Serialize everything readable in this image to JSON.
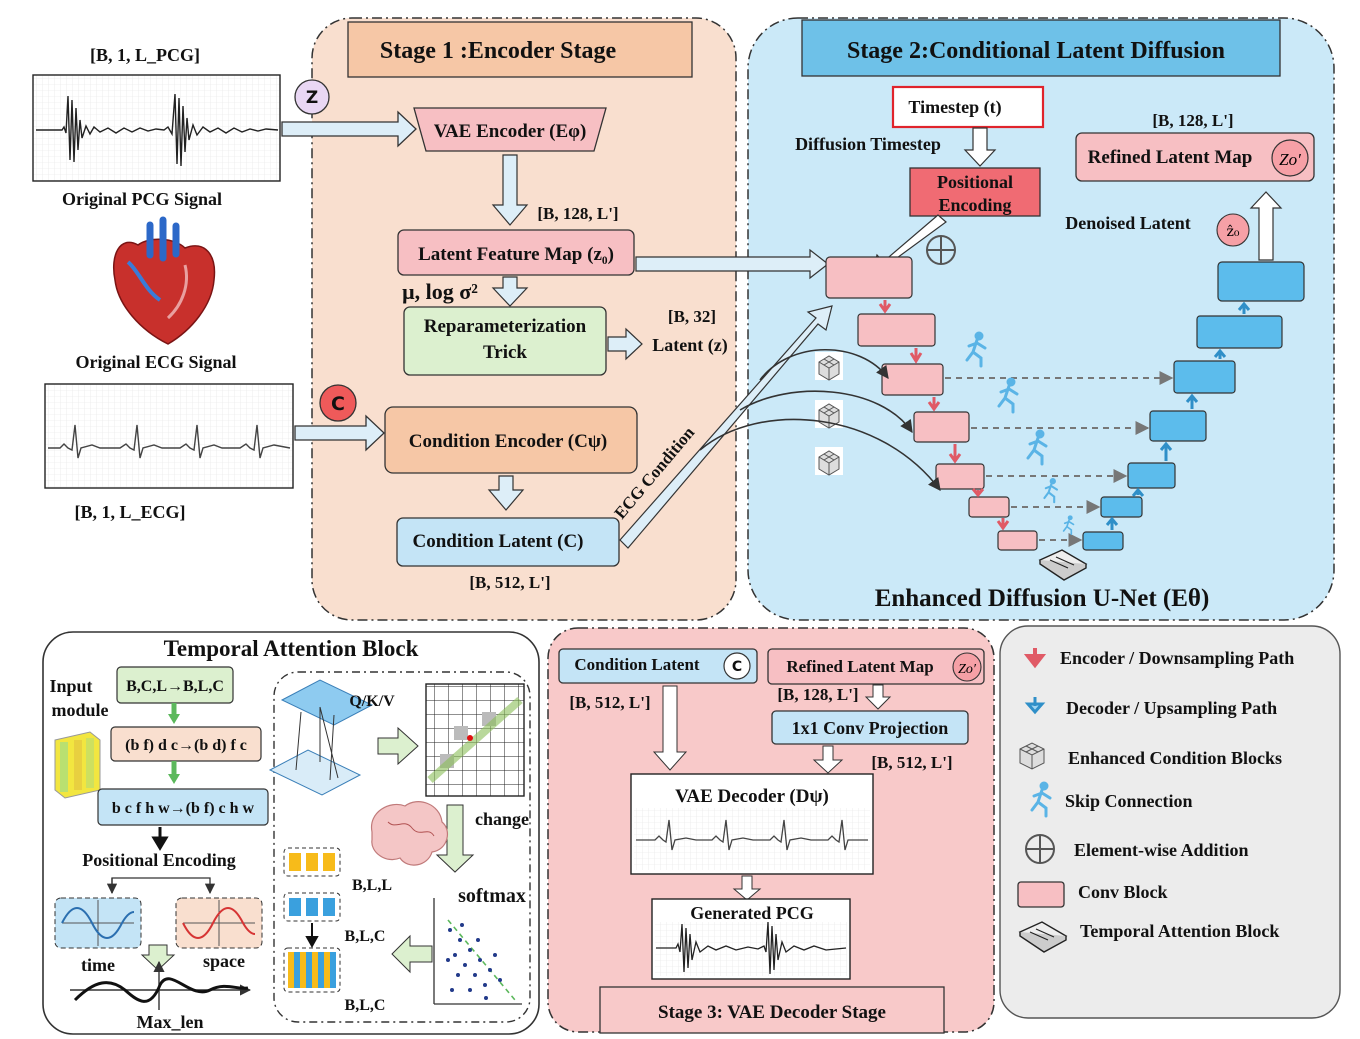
{
  "signals": {
    "pcg_shape": "[B, 1, L_PCG]",
    "pcg_caption": "Original PCG Signal",
    "ecg_caption": "Original ECG Signal",
    "ecg_shape": "[B, 1, L_ECG]",
    "z_badge": "Z",
    "c_badge": "C"
  },
  "stage1": {
    "title": "Stage 1 :Encoder Stage",
    "vae_encoder": "VAE Encoder (Eφ)",
    "shape_128": "[B, 128, L']",
    "latent_feature_map": "Latent Feature Map (z₀)",
    "mu_logsigma": "μ, log σ²",
    "reparam_line1": "Reparameterization",
    "reparam_line2": "Trick",
    "shape_32": "[B, 32]",
    "latent_z": "Latent (z)",
    "condition_encoder": "Condition Encoder (Cψ)",
    "condition_latent": "Condition Latent (C)",
    "shape_512": "[B, 512, L']",
    "ecg_condition": "ECG Condition"
  },
  "stage2": {
    "title": "Stage 2:Conditional Latent Diffusion",
    "timestep": "Timestep (t)",
    "diffusion_timestep": "Diffusion Timestep",
    "pos_enc_line1": "Positional",
    "pos_enc_line2": "Encoding",
    "shape_128": "[B, 128, L']",
    "refined_latent_map": "Refined Latent Map",
    "zo_prime": "Zo′",
    "denoised_latent": "Denoised Latent",
    "z0_hat": "ẑ₀",
    "unet_title": "Enhanced Diffusion U-Net (Eθ)"
  },
  "tab": {
    "title": "Temporal Attention Block",
    "input_line1": "Input",
    "input_line2": "module",
    "step1": "B,C,L→B,L,C",
    "step2": "(b f) d c→(b d) f c",
    "step3": "b c f h w→(b f) c h w",
    "positional_encoding": "Positional Encoding",
    "time": "time",
    "space": "space",
    "max_len": "Max_len",
    "qkv": "Q/K/V",
    "change": "change",
    "softmax": "softmax",
    "blc1": "B,L,L",
    "blc2": "B,L,C",
    "blc3": "B,L,C"
  },
  "stage3": {
    "condition_latent": "Condition Latent",
    "c_badge": "C",
    "shape_512_left": "[B, 512, L']",
    "refined_latent_map": "Refined Latent Map",
    "zo_prime": "Zo′",
    "shape_128": "[B, 128, L']",
    "conv_projection": "1x1 Conv Projection",
    "shape_512_right": "[B, 512, L']",
    "vae_decoder": "VAE Decoder (Dψ)",
    "generated_pcg": "Generated PCG",
    "title": "Stage 3: VAE Decoder Stage"
  },
  "legend": {
    "items": [
      "Encoder / Downsampling Path",
      "Decoder / Upsampling Path",
      "Enhanced Condition Blocks",
      "Skip Connection",
      "Element-wise Addition",
      "Conv Block",
      "Temporal Attention Block"
    ]
  },
  "colors": {
    "stage1_bg": "#f9dfcf",
    "stage2_bg": "#cbe9f8",
    "stage3_bg": "#f8c9c9",
    "legend_bg": "#ececec",
    "conv_block": "#f7bfc3",
    "decoder_block": "#5cbcec",
    "green_box": "#dcf0cf",
    "orange_box": "#f6c7a6",
    "blue_box": "#c4e4f6",
    "timestep_border": "#e0242c",
    "pos_enc": "#f06b73"
  }
}
